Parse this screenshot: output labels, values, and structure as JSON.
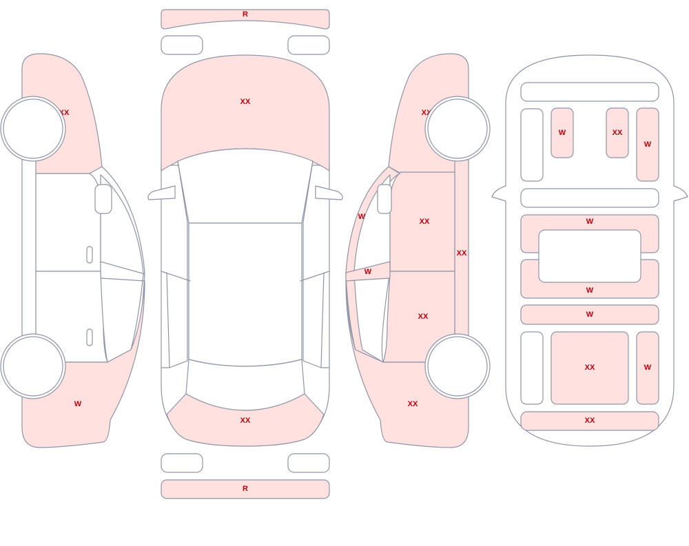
{
  "colors": {
    "damaged_fill": "#ffe1df",
    "clean_fill": "#ffffff",
    "outline": "#8e93a8",
    "label_text": "#c0000c"
  },
  "labels": {
    "rear_bumper": "R",
    "front_bumper": "R",
    "top_hood": "XX",
    "top_trunk": "XX",
    "left_front_fender": "XX",
    "left_rear_quarter": "W",
    "right_front_fender": "XX",
    "right_rear_quarter": "XX",
    "right_a_pillar": "W",
    "right_mirror": "W",
    "right_front_door": "XX",
    "right_rear_door": "XX",
    "right_rocker": "XX",
    "interior_left_vent": "W",
    "interior_center_vent": "XX",
    "interior_right_panel": "W",
    "interior_dash_upper": "W",
    "interior_dash_lower": "W",
    "interior_front_seats": "W",
    "interior_rear_seat": "XX",
    "interior_rear_right": "W",
    "interior_rear_shelf": "XX"
  }
}
